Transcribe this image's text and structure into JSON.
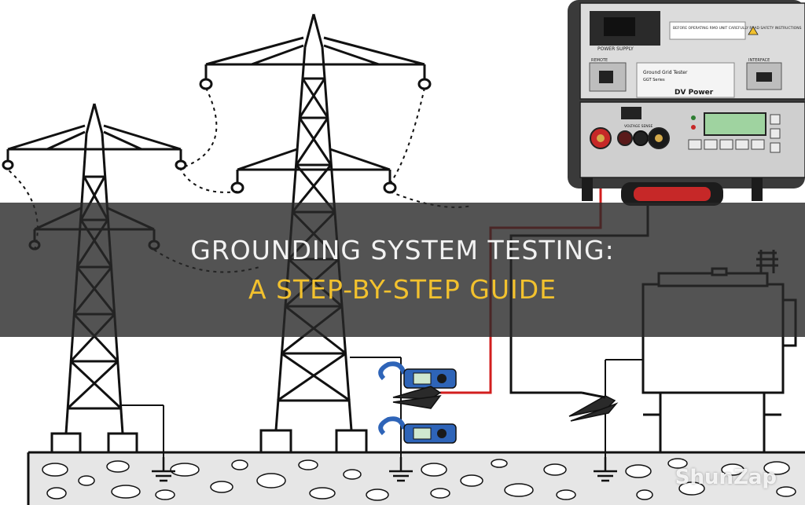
{
  "title": {
    "line1": "GROUNDING SYSTEM TESTING:",
    "line2": "A STEP-BY-STEP GUIDE"
  },
  "watermark": "ShunZap",
  "device": {
    "power_label": "POWER SUPPLY",
    "warning_text": "BEFORE OPERATING RMO UNIT CAREFULLY READ SAFETY INSTRUCTIONS",
    "remote_label": "REMOTE",
    "interface_label": "INTERFACE",
    "model_name": "Ground Grid Tester",
    "model_series": "GGT Series",
    "brand": "DV Power",
    "voltage_sense_label": "VOLTAGE SENSE"
  },
  "colors": {
    "banner": "#282828",
    "title_line1": "#f2f2f2",
    "title_line2": "#f2c12e",
    "ground": "#e6e6e6",
    "lead_red": "#d21e1e",
    "clamp_blue": "#2e64b8",
    "device_body": "#3a3a3a",
    "lcd": "#9fd3a0"
  }
}
